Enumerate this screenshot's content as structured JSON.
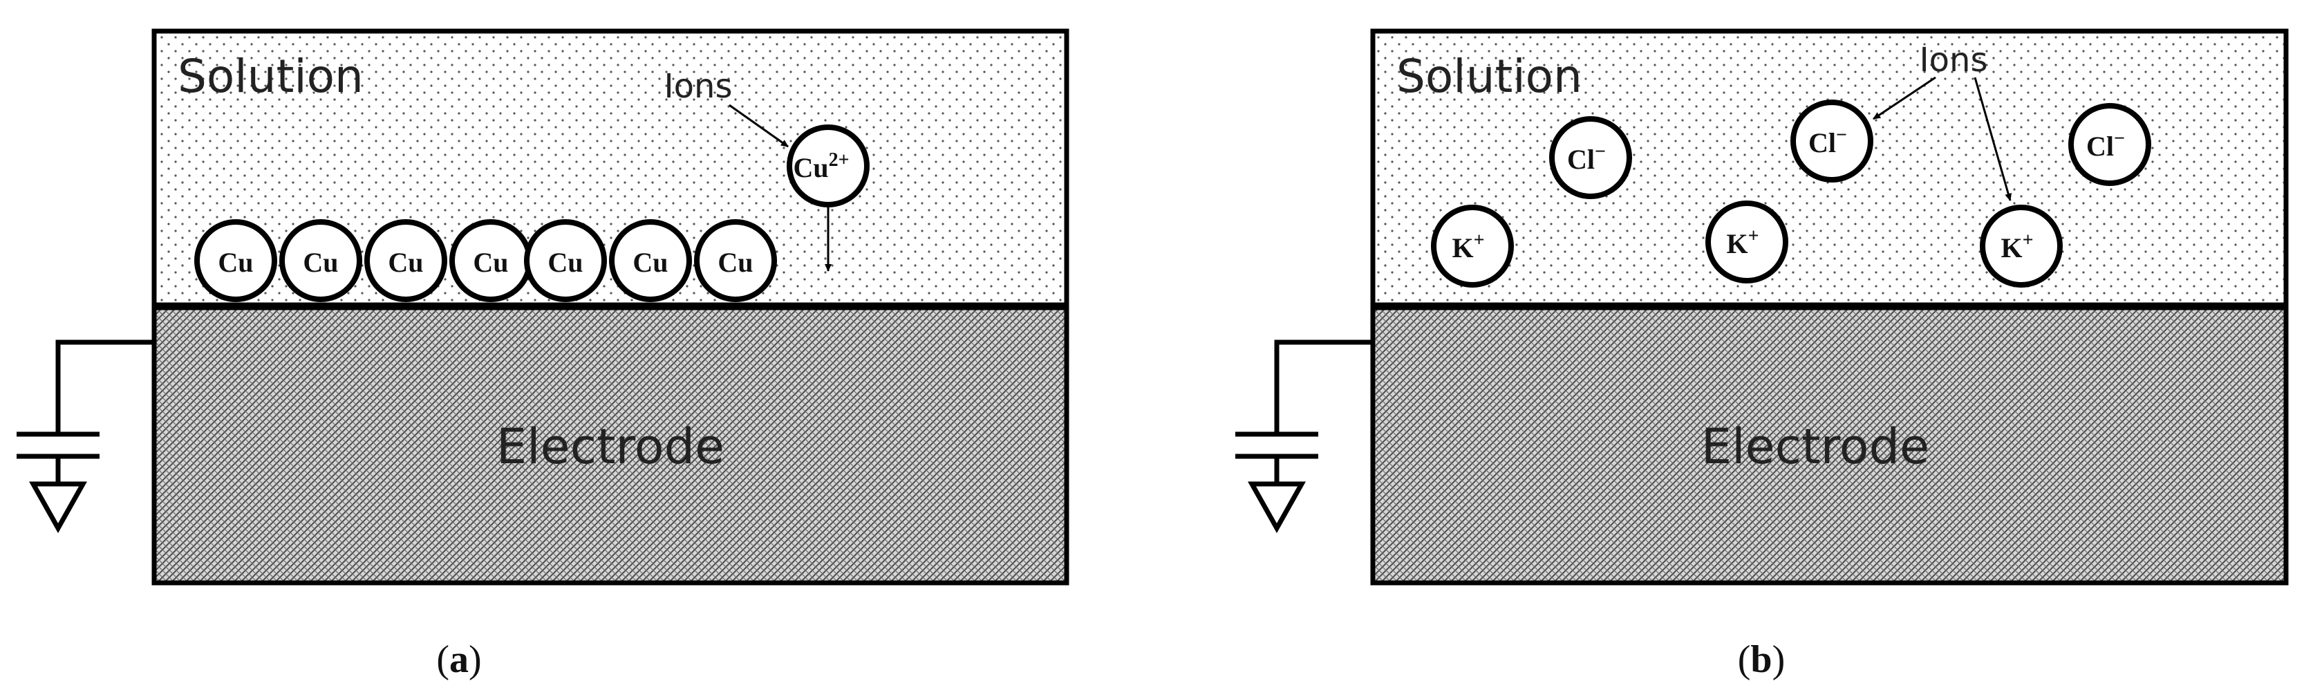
{
  "panels": [
    {
      "id": "a",
      "solution_label": "Solution",
      "electrode_label": "Electrode",
      "ions_label": "Ions",
      "panel_label": {
        "open": "(",
        "letter": "a",
        "close": ")"
      },
      "atoms": [
        "Cu",
        "Cu",
        "Cu",
        "Cu",
        "Cu",
        "Cu",
        "Cu"
      ],
      "ion": {
        "base": "Cu",
        "sup": "2+"
      }
    },
    {
      "id": "b",
      "solution_label": "Solution",
      "electrode_label": "Electrode",
      "ions_label": "Ions",
      "panel_label": {
        "open": "(",
        "letter": "b",
        "close": ")"
      },
      "ions": [
        {
          "base": "K",
          "sup": "+"
        },
        {
          "base": "Cl",
          "sup": "−"
        },
        {
          "base": "K",
          "sup": "+"
        },
        {
          "base": "Cl",
          "sup": "−"
        },
        {
          "base": "K",
          "sup": "+"
        },
        {
          "base": "Cl",
          "sup": "−"
        }
      ]
    }
  ]
}
